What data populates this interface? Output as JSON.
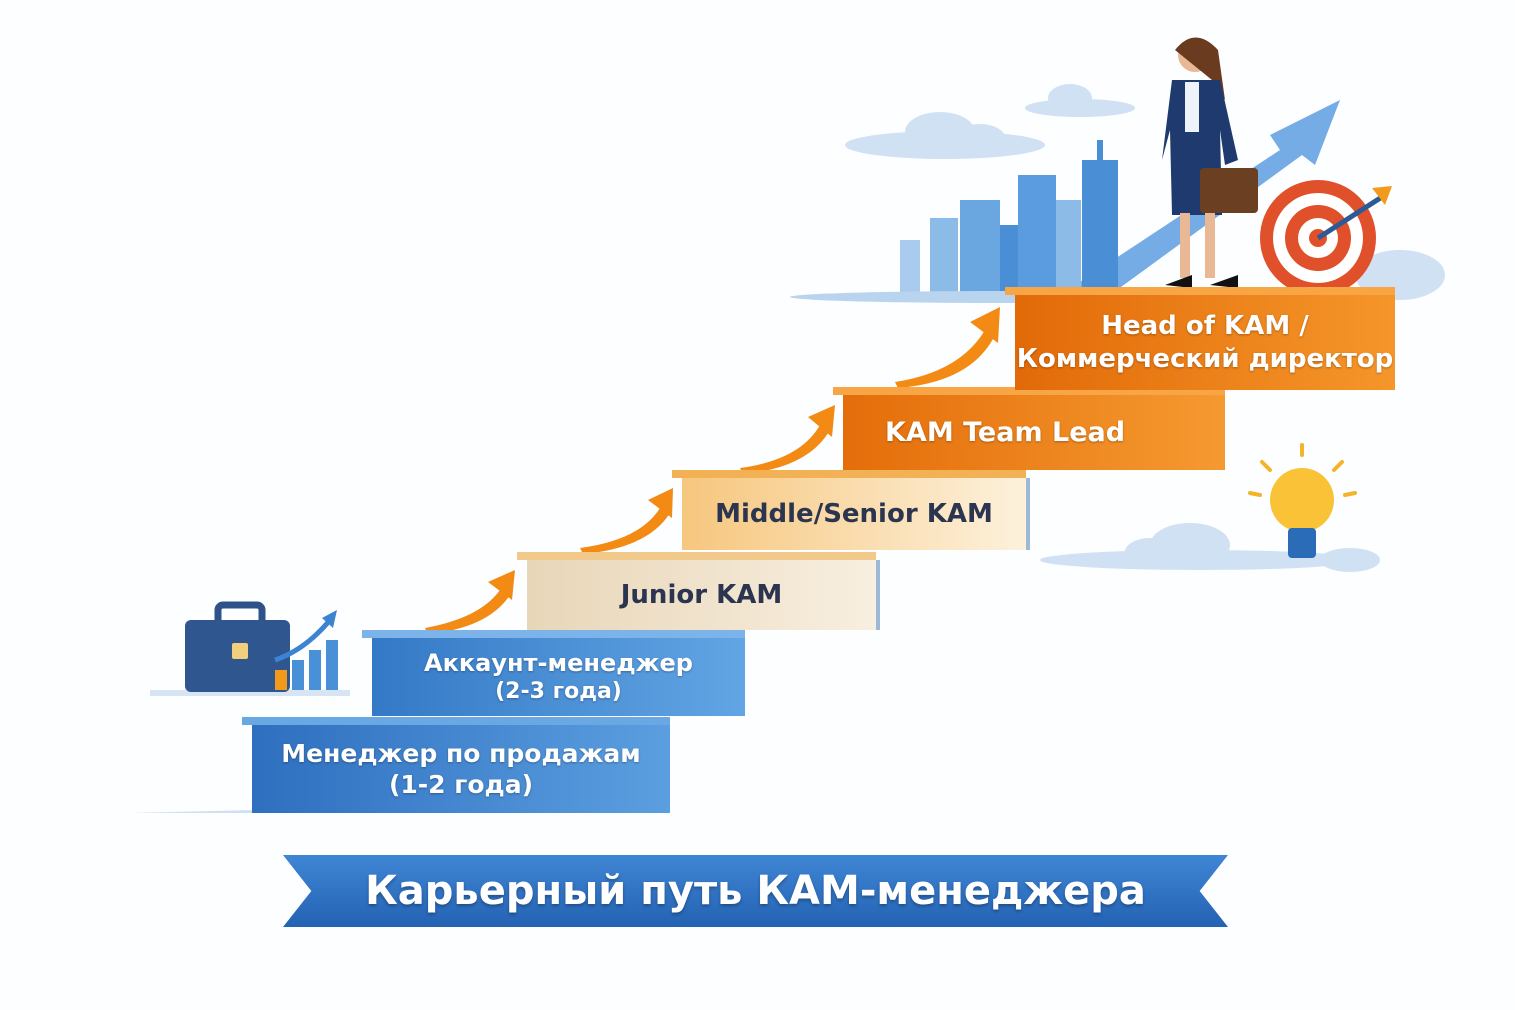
{
  "title": "Карьерный путь КАМ-менеджера",
  "steps": [
    {
      "line1": "Менеджер по продажам",
      "line2": "(1-2 года)"
    },
    {
      "line1": "Аккаунт-менеджер",
      "line2": "(2-3 года)"
    },
    {
      "line1": "Junior KAM"
    },
    {
      "line1": "Middle/Senior KAM"
    },
    {
      "line1": "KAM Team Lead"
    },
    {
      "line1": "Head of KAM /",
      "line2": "Коммерческий директор"
    }
  ],
  "colors": {
    "blue_dark": "#2f6fc0",
    "blue": "#4a90d6",
    "cream": "#f6ead6",
    "peach": "#fbdfa8",
    "orange": "#f08a1a",
    "orange_dark": "#ee7d0e"
  }
}
